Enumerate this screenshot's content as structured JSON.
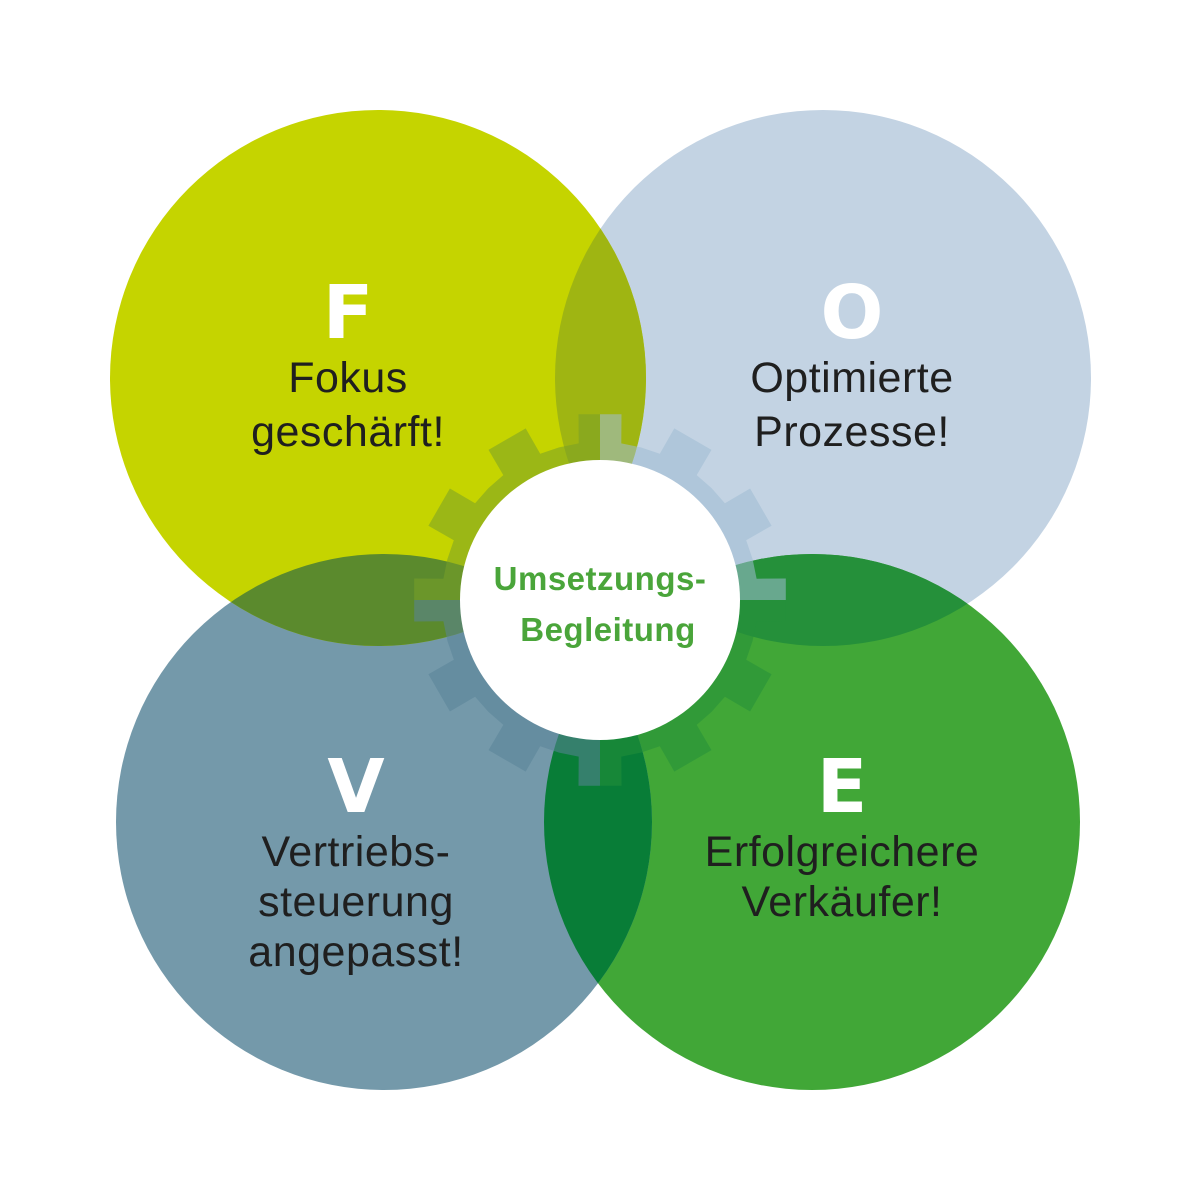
{
  "circles": [
    {
      "id": "fokus",
      "letter": "F",
      "lines": [
        "Fokus",
        "geschärft!"
      ],
      "color": "#c5d400"
    },
    {
      "id": "optimierte",
      "letter": "O",
      "lines": [
        "Optimierte",
        "Prozesse!"
      ],
      "color": "#c3d3e3"
    },
    {
      "id": "vertrieb",
      "letter": "V",
      "lines": [
        "Vertriebs-",
        "steuerung",
        "angepasst!"
      ],
      "color": "#7499aa"
    },
    {
      "id": "erfolg",
      "letter": "E",
      "lines": [
        "Erfolgreichere",
        "Verkäufer!"
      ],
      "color": "#41a737"
    }
  ],
  "center": {
    "lines": [
      "Umsetzungs-",
      "Begleitung"
    ],
    "text_color": "#4aa53a",
    "fill": "#ffffff"
  },
  "gear": {
    "icon": "gear-icon"
  },
  "overlap_colors": {
    "fokus_optimierte": "#9fb512",
    "fokus_vertrieb": "#5b8a2d",
    "optimierte_erfolg": "#25903a",
    "vertrieb_erfolg": "#087d37",
    "gear_top": "#79a028",
    "gear_right": "#9fbdd3",
    "gear_left": "#4c7a31",
    "gear_bottom": "#5a8499"
  }
}
